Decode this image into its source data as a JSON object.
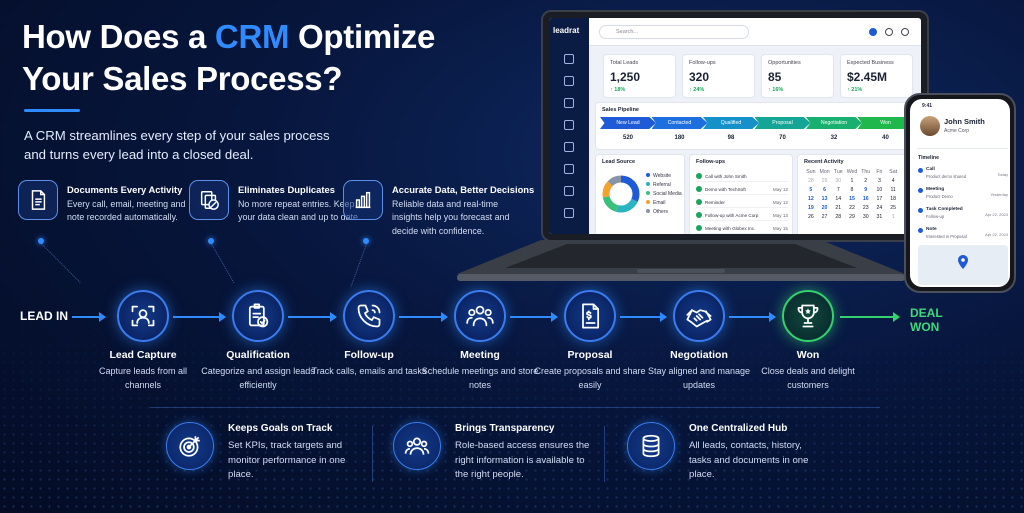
{
  "header": {
    "title_pre": "How Does a ",
    "title_accent": "CRM",
    "title_post": " Optimize",
    "title_line2": "Your Sales Process?",
    "subtitle_line1": "A CRM streamlines every step of your sales process",
    "subtitle_line2": "and turns every lead into a closed deal."
  },
  "top_features": [
    {
      "title": "Documents Every Activity",
      "desc": "Every call, email, meeting and note recorded automatically.",
      "icon": "document-icon"
    },
    {
      "title": "Eliminates Duplicates",
      "desc": "No more repeat entries. Keep your data clean and up to date.",
      "icon": "no-duplicates-icon"
    },
    {
      "title": "Accurate Data, Better Decisions",
      "desc": "Reliable data and real-time insights help you forecast and decide with confidence.",
      "icon": "bar-chart-icon"
    }
  ],
  "pipeline": {
    "start_label": "LEAD IN",
    "end_label_1": "DEAL",
    "end_label_2": "WON",
    "stages": [
      {
        "title": "Lead Capture",
        "desc": "Capture leads from all channels",
        "icon": "user-scan-icon"
      },
      {
        "title": "Qualification",
        "desc": "Categorize and assign leads efficiently",
        "icon": "clipboard-check-icon"
      },
      {
        "title": "Follow-up",
        "desc": "Track calls, emails and tasks",
        "icon": "phone-icon"
      },
      {
        "title": "Meeting",
        "desc": "Schedule meetings and store notes",
        "icon": "people-icon"
      },
      {
        "title": "Proposal",
        "desc": "Create proposals and share easily",
        "icon": "proposal-icon"
      },
      {
        "title": "Negotiation",
        "desc": "Stay aligned and manage updates",
        "icon": "handshake-icon"
      },
      {
        "title": "Won",
        "desc": "Close deals and delight customers",
        "icon": "trophy-icon"
      }
    ]
  },
  "bottom_features": [
    {
      "title": "Keeps Goals on Track",
      "desc": "Set KPIs, track targets and monitor performance in one place.",
      "icon": "target-icon"
    },
    {
      "title": "Brings Transparency",
      "desc": "Role-based access ensures the right information is available to the right people.",
      "icon": "team-icon"
    },
    {
      "title": "One Centralized Hub",
      "desc": "All leads, contacts, history, tasks and documents in one place.",
      "icon": "database-icon"
    }
  ],
  "laptop": {
    "logo": "leadrat",
    "search_placeholder": "Search...",
    "kpis": [
      {
        "label": "Total Leads",
        "value": "1,250",
        "change": "↑ 18%"
      },
      {
        "label": "Follow-ups",
        "value": "320",
        "change": "↑ 24%"
      },
      {
        "label": "Opportunities",
        "value": "85",
        "change": "↑ 16%"
      },
      {
        "label": "Expected Business",
        "value": "$2.45M",
        "change": "↑ 21%"
      }
    ],
    "pipeline_title": "Sales Pipeline",
    "pipeline_stages": [
      {
        "label": "New Lead",
        "count": "520",
        "color": "#1f5bd6"
      },
      {
        "label": "Contacted",
        "count": "180",
        "color": "#1d6fe0"
      },
      {
        "label": "Qualified",
        "count": "98",
        "color": "#1590c8"
      },
      {
        "label": "Proposal",
        "count": "70",
        "color": "#14a596"
      },
      {
        "label": "Negotiation",
        "count": "32",
        "color": "#17b06e"
      },
      {
        "label": "Won",
        "count": "40",
        "color": "#20b84d"
      }
    ],
    "lead_source_title": "Lead Source",
    "lead_sources": [
      {
        "label": "Website",
        "color": "#1f5bd6",
        "share": 0.32
      },
      {
        "label": "Referral",
        "color": "#2bb3c0",
        "share": 0.22
      },
      {
        "label": "Social Media",
        "color": "#3ac07a",
        "share": 0.18
      },
      {
        "label": "Email",
        "color": "#f2a32b",
        "share": 0.15
      },
      {
        "label": "Others",
        "color": "#8a94a8",
        "share": 0.13
      }
    ],
    "followups_title": "Follow-ups",
    "followups": [
      {
        "text": "Call with John Smith",
        "date": ""
      },
      {
        "text": "Demo with TechSoft",
        "date": "May 12"
      },
      {
        "text": "Reminder",
        "date": "May 12"
      },
      {
        "text": "Follow-up with Acme Corp",
        "date": "May 13"
      },
      {
        "text": "Meeting with Globex Inc.",
        "date": "May 15"
      }
    ],
    "activity_title": "Recent Activity",
    "cal_days": [
      "Sun",
      "Mon",
      "Tue",
      "Wed",
      "Thu",
      "Fri",
      "Sat"
    ],
    "cal_dates": [
      "28",
      "29",
      "30",
      "1",
      "2",
      "3",
      "4",
      "5",
      "6",
      "7",
      "8",
      "9",
      "10",
      "11",
      "12",
      "13",
      "14",
      "15",
      "16",
      "17",
      "18",
      "19",
      "20",
      "21",
      "22",
      "23",
      "24",
      "25",
      "26",
      "27",
      "28",
      "29",
      "30",
      "31",
      "1"
    ]
  },
  "phone": {
    "time": "9:41",
    "name": "John Smith",
    "company": "Acme Corp",
    "timeline_label": "Timeline",
    "items": [
      {
        "title": "Call",
        "sub": "Product demo shared",
        "when": "Today"
      },
      {
        "title": "Meeting",
        "sub": "Product Demo",
        "when": "Yesterday"
      },
      {
        "title": "Task Completed",
        "sub": "Follow-up",
        "when": "Apr 22, 2024"
      },
      {
        "title": "Note",
        "sub": "Interested in Proposal",
        "when": "Apr 22, 2024"
      }
    ]
  }
}
